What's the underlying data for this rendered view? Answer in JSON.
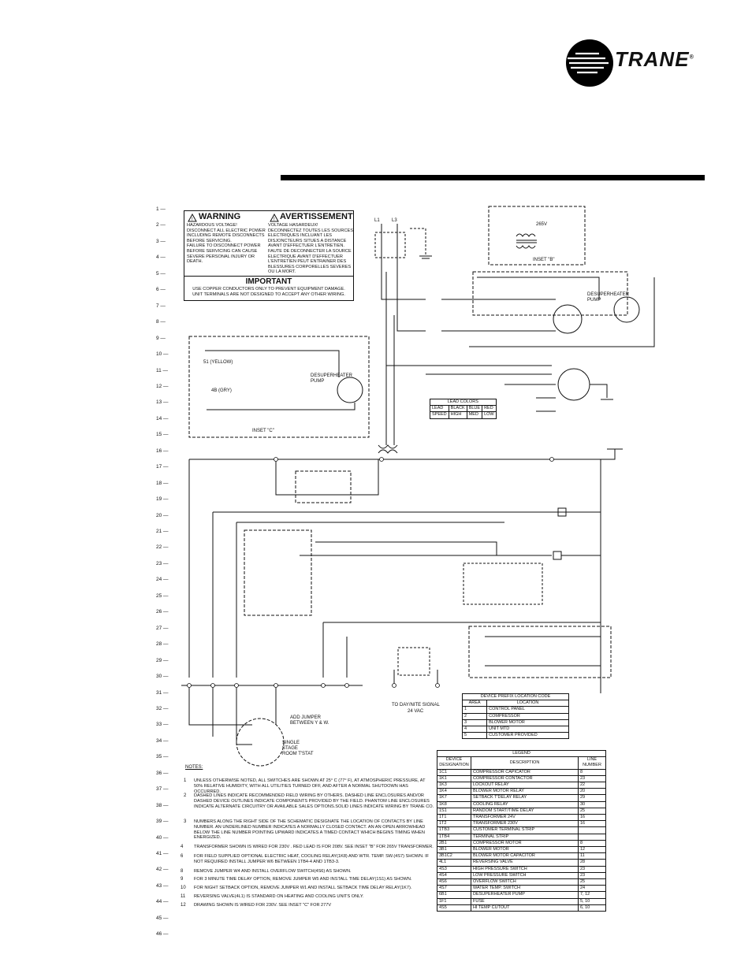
{
  "brand": {
    "name": "TRANE",
    "reg": "®"
  },
  "line_numbers": [
    "1",
    "2",
    "3",
    "4",
    "5",
    "6",
    "7",
    "8",
    "9",
    "10",
    "11",
    "12",
    "13",
    "14",
    "15",
    "16",
    "17",
    "18",
    "19",
    "20",
    "21",
    "22",
    "23",
    "24",
    "25",
    "26",
    "27",
    "28",
    "29",
    "30",
    "31",
    "32",
    "33",
    "34",
    "35",
    "36",
    "37",
    "38",
    "39",
    "40",
    "41",
    "42",
    "43",
    "44",
    "45",
    "46"
  ],
  "warning": {
    "en_title": "WARNING",
    "fr_title": "AVERTISSEMENT",
    "en_lines": [
      "HAZARDOUS VOLTAGE!",
      "DISCONNECT ALL ELECTRIC POWER",
      "INCLUDING REMOTE DISCONNECTS",
      "BEFORE SERVICING.",
      "FAILURE TO DISCONNECT POWER",
      "BEFORE SERVICING CAN CAUSE",
      "SEVERE PERSONAL INJURY OR",
      "DEATH."
    ],
    "fr_lines": [
      "VOLTAGE HASARDEUX!",
      "DECONNECTEZ TOUTES LES SOURCES",
      "ELECTRIQUES INCLUANT LES",
      "DISJONCTEURS SITUES A DISTANCE",
      "AVANT D'EFFECTUER L'ENTRETIEN.",
      "FAUTE DE DECONNECTER LA SOURCE",
      "ELECTRIQUE AVANT D'EFFECTUER",
      "L'ENTRETIEN PEUT ENTRAINER DES",
      "BLESSURES CORPORELLES SEVERES",
      "OU LA MORT."
    ],
    "important_title": "IMPORTANT",
    "important_lines": [
      "USE COPPER CONDUCTORS ONLY TO PREVENT EQUIPMENT DAMAGE.",
      "UNIT TERMINALS ARE NOT DESIGNED TO ACCEPT ANY OTHER WIRING."
    ]
  },
  "lead_colors": {
    "title": "LEAD COLORS",
    "rows": [
      [
        "LEAD",
        "BLACK",
        "BLUE",
        "RED"
      ],
      [
        "SPEED",
        "HIGH",
        "MED",
        "LOW"
      ]
    ]
  },
  "device_prefix": {
    "title": "DEVICE PREFIX LOCATION CODE",
    "headers": [
      "AREA",
      "LOCATION"
    ],
    "rows": [
      [
        "1",
        "CONTROL PANEL"
      ],
      [
        "2",
        "COMPRESSOR"
      ],
      [
        "3",
        "BLOWER MOTOR"
      ],
      [
        "4",
        "UNIT MTD"
      ],
      [
        "5",
        "CUSTOMER PROVIDED"
      ]
    ]
  },
  "legend": {
    "title": "LEGEND",
    "headers": [
      "DEVICE DESIGNATION",
      "DESCRIPTION",
      "LINE NUMBER"
    ],
    "rows": [
      [
        "1C1",
        "COMPRESSOR CAPICATOR",
        "8"
      ],
      [
        "1K1",
        "COMPRESSOR CONTACTOR",
        "23"
      ],
      [
        "1K3",
        "LOCKOUT RELAY",
        "22"
      ],
      [
        "1K4",
        "BLOWER MOTOR RELAY",
        "20"
      ],
      [
        "1K7",
        "SETBACK T'DELAY RELAY",
        "29"
      ],
      [
        "1K8",
        "COOLING RELAY",
        "30"
      ],
      [
        "1S1",
        "RANDOM START/TIME DELAY",
        "25"
      ],
      [
        "1T1",
        "TRANSFORMER 24V",
        "16"
      ],
      [
        "1T2",
        "TRANSFORMER 230V",
        "16"
      ],
      [
        "1TB3",
        "CUSTOMER TERMINAL STRIP",
        ""
      ],
      [
        "1TB4",
        "TERMINAL STRIP",
        ""
      ],
      [
        "2B1",
        "COMPRESSOR MOTOR",
        "8"
      ],
      [
        "3B1",
        "BLOWER MOTOR",
        "12"
      ],
      [
        "3B1C2",
        "BLOWER MOTOR CAPACITOR",
        "11"
      ],
      [
        "4L1",
        "REVERSING VALVE",
        "28"
      ],
      [
        "4S3",
        "HIGH PRESSURE SWITCH",
        "23"
      ],
      [
        "4S4",
        "LOW PRESSURE SWITCH",
        "23"
      ],
      [
        "4S6",
        "OVERFLOW SWITCH",
        "25"
      ],
      [
        "4S7",
        "WATER TEMP. SWITCH",
        "24"
      ],
      [
        "6B1",
        "DESUPERHEATER PUMP",
        "7, 12"
      ],
      [
        "1F1",
        "FUSE",
        "5, 10"
      ],
      [
        "4S5",
        "HI TEMP CUTOUT",
        "6, 10"
      ]
    ]
  },
  "notes": {
    "heading": "NOTES:",
    "items": [
      {
        "n": "1",
        "text": "UNLESS OTHERWISE NOTED, ALL SWITCHES ARE SHOWN AT 25° C (77° F), AT ATMOSPHERIC PRESSURE, AT 50% RELATIVE HUMIDITY, WITH ALL UTILITIES TURNED OFF, AND AFTER A NORMAL SHUTDOWN HAS OCCURRED."
      },
      {
        "n": "2",
        "text": "DASHED LINES INDICATE RECOMMENDED FIELD WIRING BY OTHERS. DASHED LINE ENCLOSURES AND/OR DASHED DEVICE OUTLINES INDICATE COMPONENTS PROVIDED BY THE FIELD. PHANTOM LINE ENCLOSURES INDICATE ALTERNATE CIRCUITRY OR AVAILABLE SALES OPTIONS.SOLID LINES INDICATE WIRING BY TRANE CO."
      },
      {
        "n": "3",
        "text": "NUMBERS ALONG THE RIGHT SIDE OF THE SCHEMATIC DESIGNATE THE LOCATION OF CONTACTS BY LINE NUMBER. AN UNDERLINED NUMBER INDICATES A NORMALLY CLOSED CONTACT. AN AN OPEN ARROWHEAD BELOW THE LINE NUMBER POINTING UPWARD INDICATES A TIMED CONTACT WHICH BEGINS TIMING WHEN ENERGIZED."
      },
      {
        "n": "4",
        "text": "TRANSFORMER SHOWN IS WIRED FOR 230V . RED LEAD IS FOR 208V. SEE INSET \"B\" FOR 265V TRANSFORMER."
      },
      {
        "n": "6",
        "text": "FOR FIELD SUPPLIED OPTIONAL ELECTRIC HEAT, COOLING RELAY(1K8) AND WTR. TEMP. SW.(4S7) SHOWN. IF NOT REQUIRED INSTALL JUMPER W6 BETWEEN 1TB4-4 AND 1TB3-3."
      },
      {
        "n": "8",
        "text": "REMOVE JUMPER W4 AND INSTALL OVERFLOW SWITCH(4S6) AS SHOWN."
      },
      {
        "n": "9",
        "text": "FOR 3 MINUTE TIME DELAY OPTION, REMOVE JUMPER W5 AND INSTALL TIME DELAY(1S1) AS SHOWN."
      },
      {
        "n": "10",
        "text": "FOR NIGHT SETBACK OPTION, REMOVE JUMPER W1 AND INSTALL SETBACK TIME DELAY RELAY(1K7)."
      },
      {
        "n": "11",
        "text": "REVERSING VALVE(4L1) IS STANDARD ON HEATING AND COOLING UNITS ONLY."
      },
      {
        "n": "12",
        "text": "DRAWING SHOWN IS WIRED FOR 230V. SEE INSET \"C\" FOR 277V"
      }
    ]
  },
  "labels": {
    "inset_b": "INSET \"B\"",
    "inset_c": "INSET \"C\"",
    "v265": "265V",
    "desup_pump": "DESUPERHEATER PUMP",
    "yellow": "51 (YELLOW)",
    "gry": "4B (GRY)",
    "day_nite": "TO DAY/NITE SIGNAL",
    "vac": "24 VAC",
    "tstat": "SINGLE STAGE ROOM T'STAT",
    "add_jumper": "ADD JUMPER BETWEEN Y & W.",
    "l1": "L1",
    "l3": "L3"
  }
}
